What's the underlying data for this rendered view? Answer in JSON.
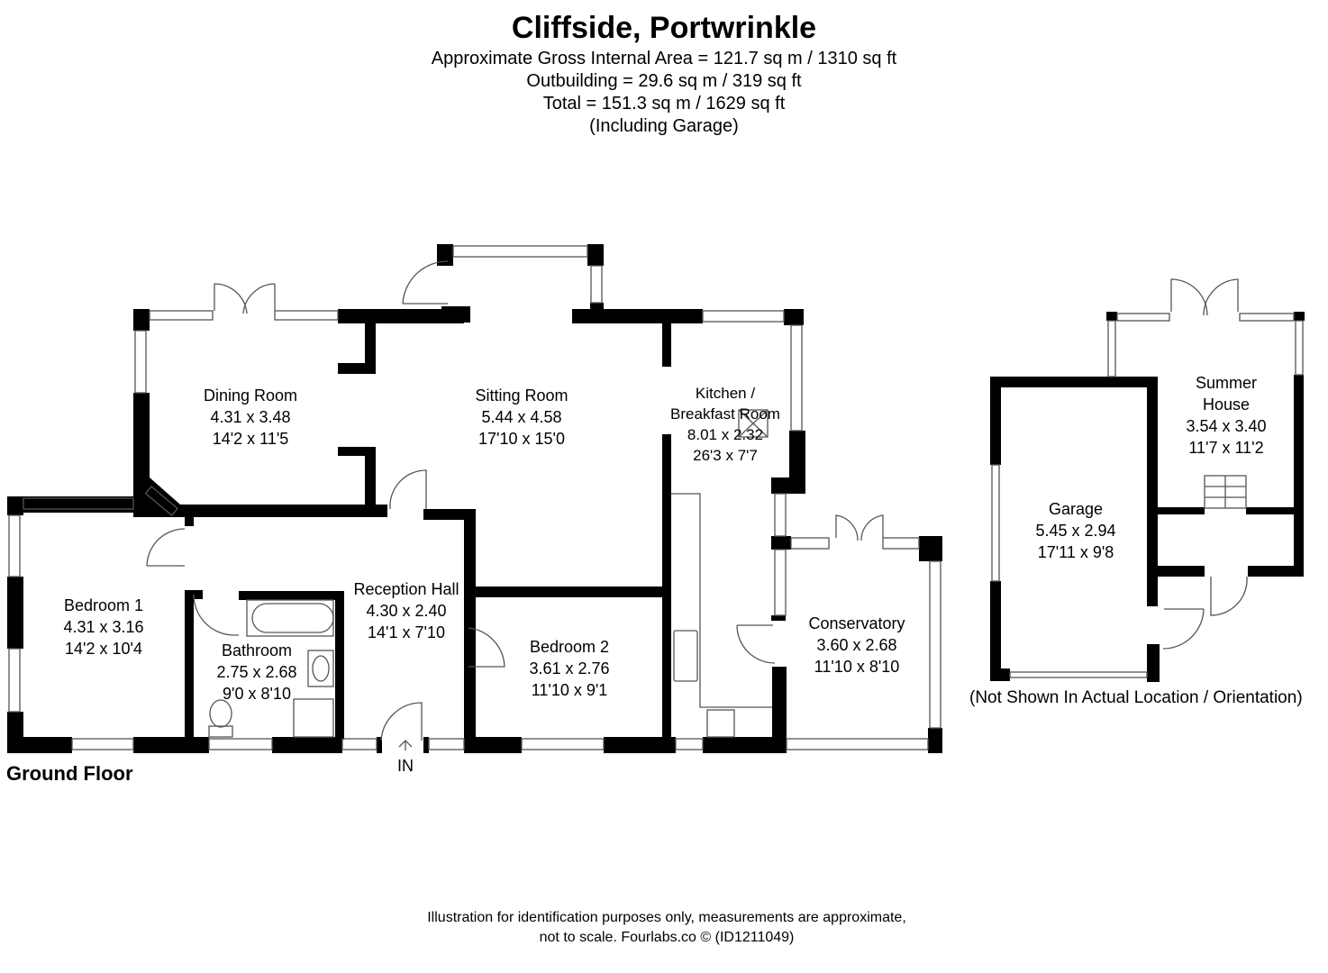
{
  "header": {
    "title": "Cliffside, Portwrinkle",
    "gross_internal_area": "Approximate Gross Internal Area = 121.7 sq m / 1310 sq ft",
    "outbuilding": "Outbuilding = 29.6 sq m / 319 sq ft",
    "total": "Total = 151.3 sq m / 1629 sq ft",
    "including": "(Including Garage)"
  },
  "floor_label": "Ground Floor",
  "entrance_label": "IN",
  "rooms": [
    {
      "name": "Dining Room",
      "metric": "4.31 x 3.48",
      "imperial": "14'2 x 11'5"
    },
    {
      "name": "Sitting Room",
      "metric": "5.44 x 4.58",
      "imperial": "17'10 x 15'0"
    },
    {
      "name": "Kitchen /",
      "name2": "Breakfast Room",
      "metric": "8.01 x 2.32",
      "imperial": "26'3 x 7'7"
    },
    {
      "name": "Bedroom 1",
      "metric": "4.31 x 3.16",
      "imperial": "14'2 x 10'4"
    },
    {
      "name": "Reception Hall",
      "metric": "4.30 x 2.40",
      "imperial": "14'1 x 7'10"
    },
    {
      "name": "Bathroom",
      "metric": "2.75 x 2.68",
      "imperial": "9'0 x 8'10"
    },
    {
      "name": "Bedroom 2",
      "metric": "3.61 x 2.76",
      "imperial": "11'10 x 9'1"
    },
    {
      "name": "Conservatory",
      "metric": "3.60 x 2.68",
      "imperial": "11'10 x 8'10"
    }
  ],
  "outbuildings": [
    {
      "name": "Garage",
      "metric": "5.45 x 2.94",
      "imperial": "17'11 x 9'8"
    },
    {
      "name": "Summer",
      "name2": "House",
      "metric": "3.54 x 3.40",
      "imperial": "11'7 x 11'2"
    }
  ],
  "outbuilding_note": "(Not Shown In Actual Location / Orientation)",
  "footer": {
    "line1": "Illustration for identification purposes only, measurements are approximate,",
    "line2": "not to scale. Fourlabs.co © (ID1211049)"
  },
  "colors": {
    "wall": "#000000",
    "background": "#ffffff",
    "window_line": "#555555"
  }
}
